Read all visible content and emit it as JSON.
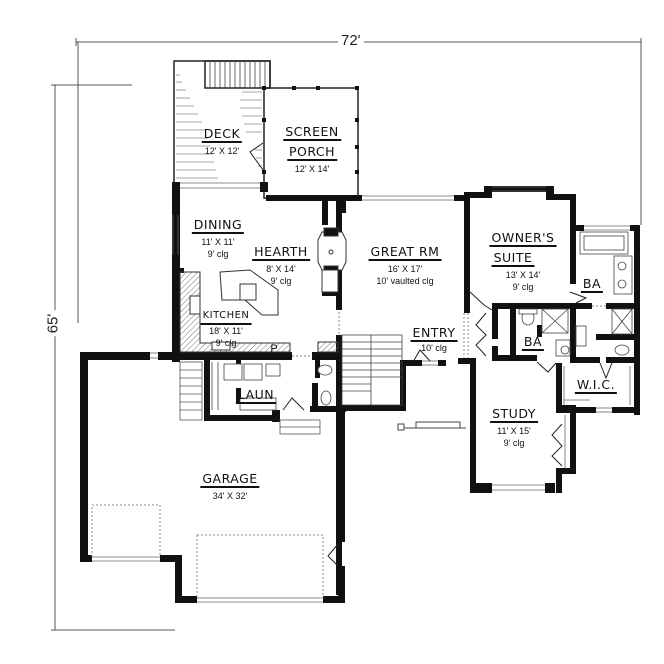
{
  "plan": {
    "overall_width": "72'",
    "overall_depth": "65'",
    "colors": {
      "wall": "#111111",
      "line": "#555555",
      "hatch": "#777777",
      "background": "#ffffff"
    }
  },
  "rooms": {
    "deck": {
      "name": "Deck",
      "size": "12' X 12'"
    },
    "screen_porch": {
      "name_line1": "Screen",
      "name_line2": "Porch",
      "size": "12' X 14'"
    },
    "dining": {
      "name": "Dining",
      "size": "11' X 11'",
      "ceiling": "9' clg"
    },
    "hearth": {
      "name": "Hearth",
      "size": "8' X 14'",
      "ceiling": "9' clg"
    },
    "great_rm": {
      "name": "Great Rm",
      "size": "16' X 17'",
      "ceiling": "10' vaulted clg"
    },
    "owners_suite": {
      "name_line1": "Owner's",
      "name_line2": "Suite",
      "size": "13' X 14'",
      "ceiling": "9' clg"
    },
    "owners_bath": {
      "name": "BA"
    },
    "kitchen": {
      "name": "Kitchen",
      "size": "18' X 11'",
      "ceiling": "9' clg"
    },
    "pantry": {
      "name": "P"
    },
    "entry": {
      "name": "Entry",
      "ceiling": "10' clg"
    },
    "bath2": {
      "name": "BA"
    },
    "wic": {
      "name": "W.I.C."
    },
    "laun": {
      "name": "Laun"
    },
    "study": {
      "name": "Study",
      "size": "11' X 15'",
      "ceiling": "9' clg"
    },
    "garage": {
      "name": "Garage",
      "size": "34' X 32'"
    }
  }
}
